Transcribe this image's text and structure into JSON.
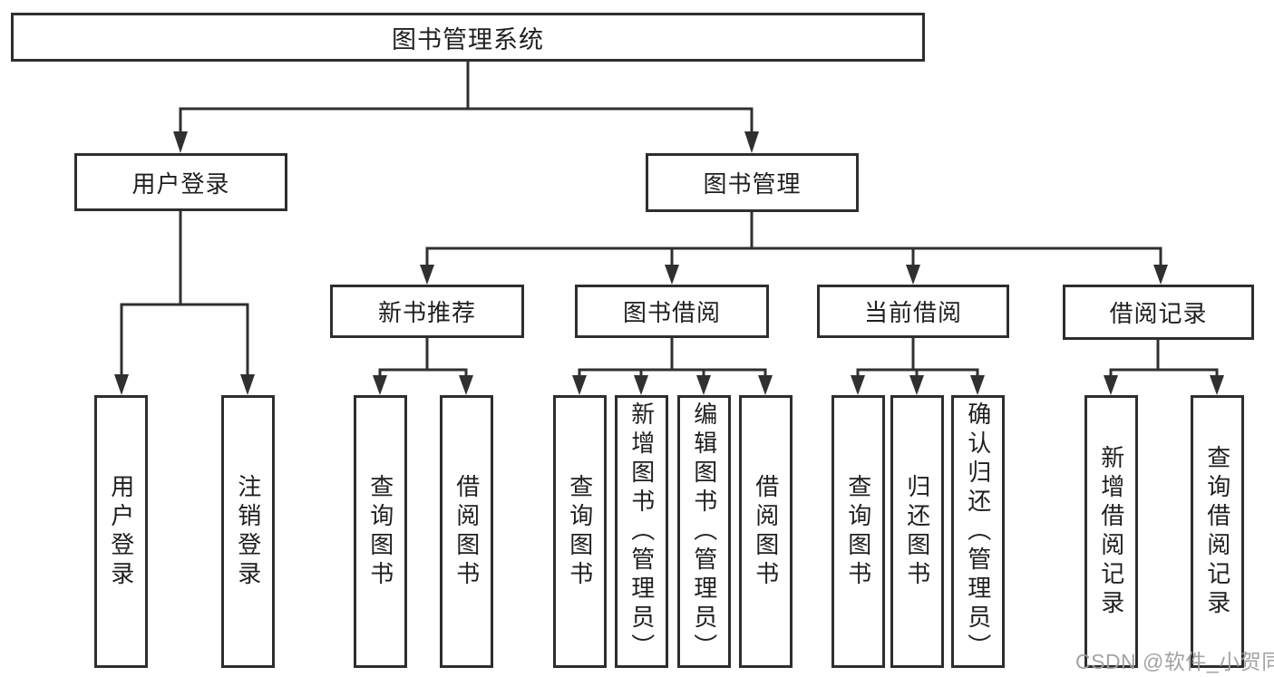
{
  "tree": {
    "label": "图书管理系统",
    "children": [
      {
        "label": "用户登录",
        "children": [
          {
            "label": "用户登录"
          },
          {
            "label": "注销登录"
          }
        ]
      },
      {
        "label": "图书管理",
        "children": [
          {
            "label": "新书推荐",
            "children": [
              {
                "label": "查询图书"
              },
              {
                "label": "借阅图书"
              }
            ]
          },
          {
            "label": "图书借阅",
            "children": [
              {
                "label": "查询图书"
              },
              {
                "label": "新增图书（管理员）"
              },
              {
                "label": "编辑图书（管理员）"
              },
              {
                "label": "借阅图书"
              }
            ]
          },
          {
            "label": "当前借阅",
            "children": [
              {
                "label": "查询图书"
              },
              {
                "label": "归还图书"
              },
              {
                "label": "确认归还（管理员）"
              }
            ]
          },
          {
            "label": "借阅记录",
            "children": [
              {
                "label": "新增借阅记录"
              },
              {
                "label": "查询借阅记录"
              }
            ]
          }
        ]
      }
    ]
  },
  "watermark": "CSDN @软件_小贺同学",
  "colors": {
    "line": "#303030",
    "box_border": "#2e2e2e",
    "text": "#1f1f1f",
    "background": "#ffffff",
    "watermark": "#9e9e9e"
  }
}
